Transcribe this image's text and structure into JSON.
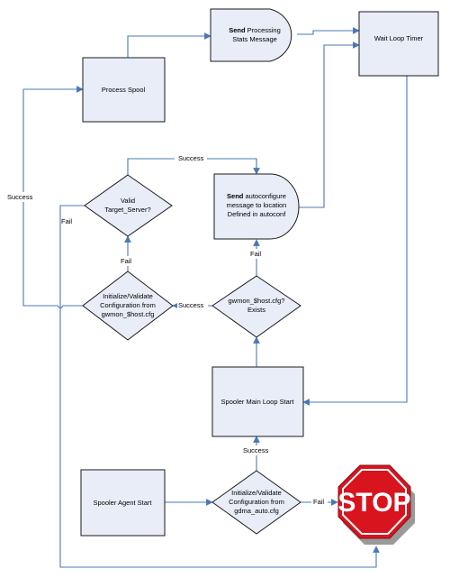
{
  "nodes": {
    "send_stats": {
      "bold": "Send",
      "rest": "Processing",
      "line2": "Stats Message"
    },
    "wait_loop": "Wait Loop Timer",
    "process_spool": "Process Spool",
    "valid_target": {
      "line1": "Valid",
      "line2": "Target_Server?"
    },
    "send_autoconfigure": {
      "bold": "Send",
      "rest": "autoconfigure",
      "line2": "message to location",
      "line3": "Defined in autoconf"
    },
    "init_validate_host": {
      "line1": "Initialize/Validate",
      "line2": "Configuration from",
      "line3": "gwmon_$host.cfg"
    },
    "host_cfg_exists": {
      "line1": "gwmon_$host.cfg?",
      "line2": "Exists"
    },
    "spooler_main_loop": "Spooler Main Loop Start",
    "spooler_agent_start": "Spooler Agent Start",
    "init_validate_gdma": {
      "line1": "Initialize/Validate",
      "line2": "Configuration from",
      "line3": "gdma_auto.cfg"
    },
    "stop_sign": "STOP"
  },
  "edge_labels": {
    "success_top": "Success",
    "success_left": "Success",
    "fail_left": "Fail",
    "fail_mid": "Fail",
    "fail_autoconf": "Fail",
    "success_exists": "Success",
    "success_main": "Success",
    "fail_stop": "Fail"
  },
  "colors": {
    "node_fill": "#e8edf7",
    "edge": "#4a78b5",
    "stop_red": "#d8141f"
  }
}
